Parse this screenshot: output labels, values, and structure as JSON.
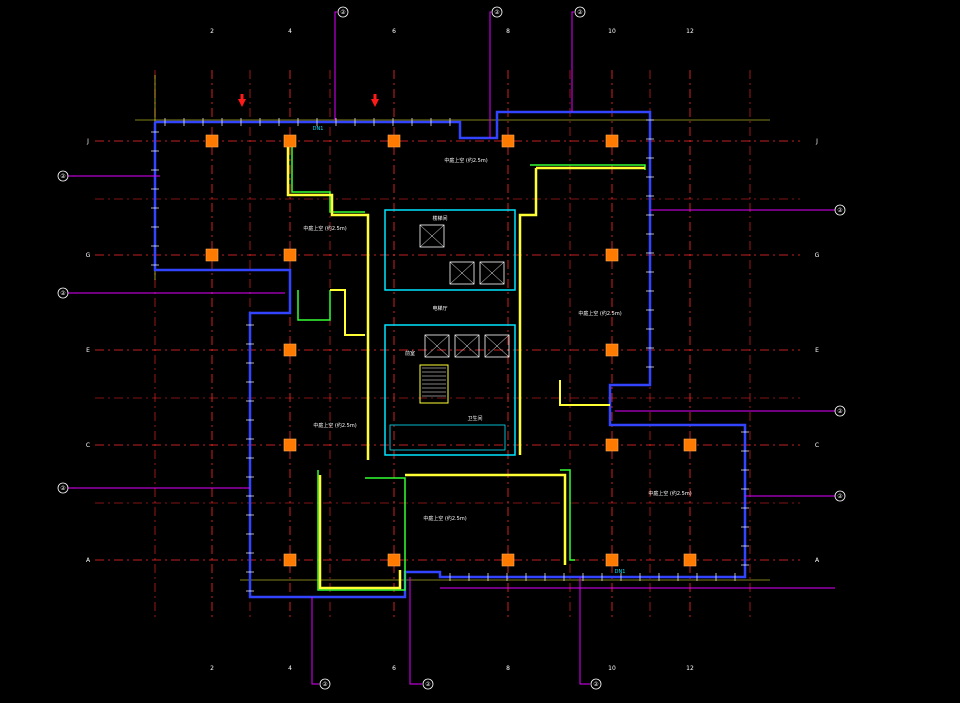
{
  "colors": {
    "background": "#000000",
    "grid": "#ff2a2a",
    "wall_yellow": "#ffff33",
    "wall_green": "#33ff33",
    "wall_blue": "#3344ff",
    "wall_cyan": "#00e5ff",
    "column": "#ff7a00",
    "leader": "#e100ff",
    "label": "#ffffff",
    "marker": "#ff1a1a"
  },
  "grid_labels_top": [
    "2",
    "4",
    "6",
    "8",
    "10",
    "12"
  ],
  "grid_labels_bottom": [
    "2",
    "4",
    "6",
    "8",
    "10",
    "12"
  ],
  "grid_labels_left": [
    "J",
    "G",
    "E",
    "C",
    "A"
  ],
  "grid_labels_right": [
    "J",
    "G",
    "E",
    "C",
    "A"
  ],
  "callouts_top": [
    "②",
    "②",
    "②"
  ],
  "callouts_bottom": [
    "②",
    "②",
    "②"
  ],
  "callouts_left": [
    "②",
    "②",
    "②"
  ],
  "callouts_right": [
    "②",
    "②",
    "②"
  ],
  "room_labels": [
    "中庭上空 (约2.5m)",
    "中庭上空 (约2.5m)",
    "中庭上空 (约2.5m)",
    "中庭上空 (约2.5m)",
    "中庭上空 (约2.5m)",
    "中庭上空 (约2.5m)"
  ],
  "core_labels": [
    "楼梯间",
    "电梯厅",
    "前室",
    "卫生间"
  ],
  "title_marks": [
    "DN1",
    "DN1"
  ],
  "icons": [
    "direction-arrow-icon",
    "direction-arrow-icon"
  ]
}
